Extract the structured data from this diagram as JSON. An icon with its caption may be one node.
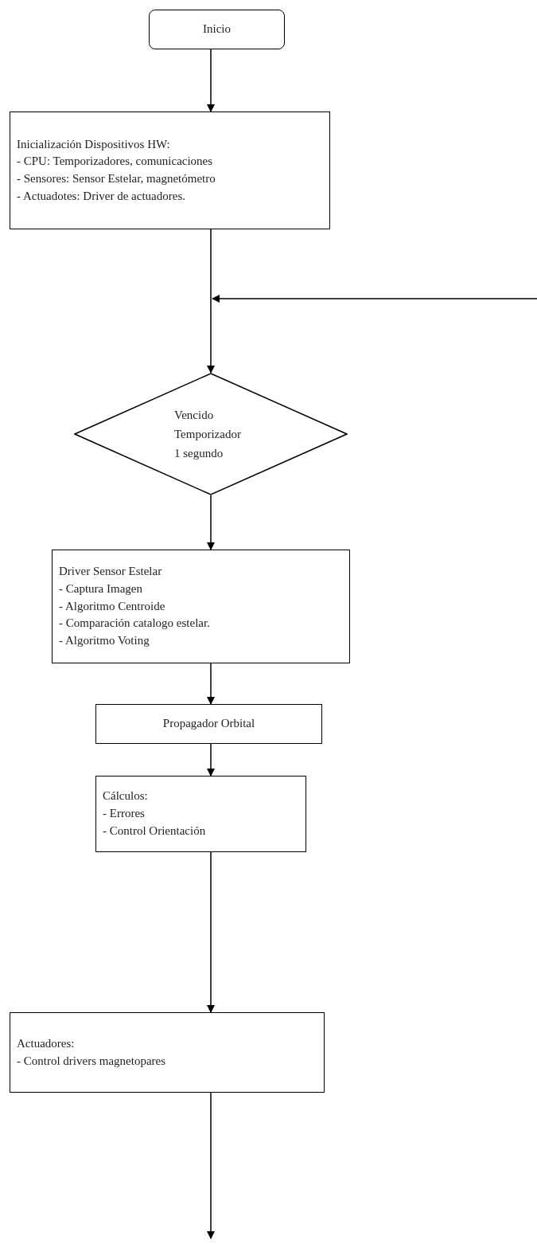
{
  "diagram": {
    "nodes": [
      {
        "text": [
          "Inicio"
        ]
      },
      {
        "text": [
          "Inicialización Dispositivos HW:",
          "- CPU: Temporizadores, comunicaciones",
          "- Sensores: Sensor Estelar, magnetómetro",
          "- Actuadotes: Driver de actuadores."
        ]
      },
      {
        "text": [
          "Vencido Temporizador 1 segundo"
        ]
      },
      {
        "text": [
          "Driver Sensor Estelar",
          "- Captura Imagen",
          "- Algoritmo Centroide",
          "- Comparación catalogo estelar.",
          "- Algoritmo Voting"
        ]
      },
      {
        "text": [
          "Propagador Orbital"
        ]
      },
      {
        "text": [
          "Cálculos:",
          "- Errores",
          "- Control Orientación"
        ]
      },
      {
        "text": [
          "Actuadores:",
          "- Control drivers magnetopares"
        ]
      }
    ],
    "edges": [
      {
        "from": 0,
        "to": 1,
        "arrow": "to"
      },
      {
        "from": 1,
        "to": 2,
        "arrow": "to"
      },
      {
        "from": null,
        "to": 2,
        "arrow": "to"
      },
      {
        "from": 2,
        "to": 3,
        "arrow": "to"
      },
      {
        "from": 3,
        "to": 4,
        "arrow": "to"
      },
      {
        "from": 4,
        "to": 5,
        "arrow": "to"
      },
      {
        "from": 5,
        "to": 6,
        "arrow": "to"
      },
      {
        "from": 6,
        "to": null,
        "arrow": "to"
      }
    ]
  }
}
